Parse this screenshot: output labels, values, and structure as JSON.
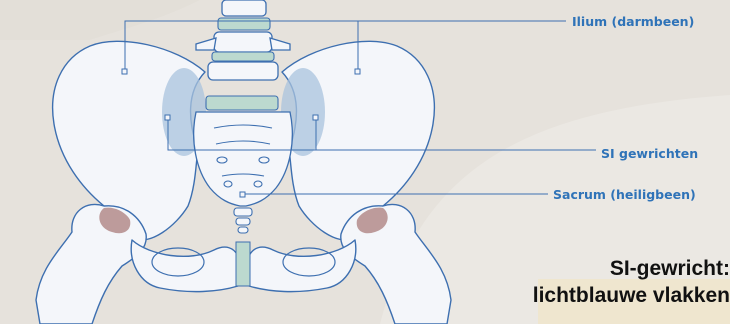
{
  "labels": {
    "ilium": "Ilium (darmbeen)",
    "si_joints": "SI gewrichten",
    "sacrum": "Sacrum (heiligbeen)"
  },
  "caption": {
    "line1": "SI-gewricht:",
    "line2": "lichtblauwe vlakken"
  },
  "colors": {
    "background": "#e6e2dc",
    "bone_fill": "#f4f6fa",
    "bone_outline": "#3d6fb0",
    "joint_highlight": "#a9c3dd",
    "disc": "#bcd9cf",
    "hip_cartilage": "#b38b8a",
    "label_text": "#2f73b8",
    "caption_highlight": "#efe6cf"
  }
}
